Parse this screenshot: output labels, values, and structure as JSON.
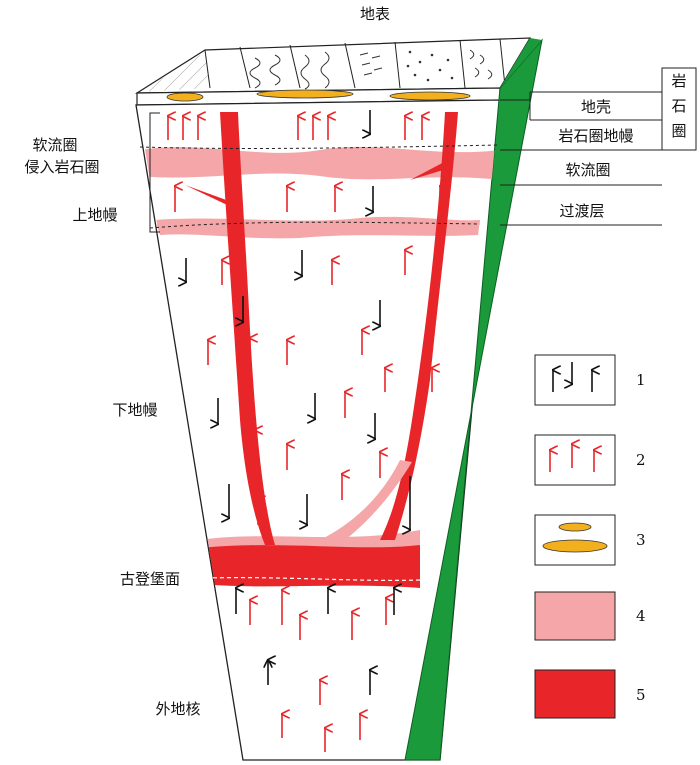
{
  "labels": {
    "surface": "地表",
    "crust": "地壳",
    "lithospheric_mantle": "岩石圈地幔",
    "asthenosphere": "软流圈",
    "transition_zone": "过渡层",
    "lithosphere": [
      "岩",
      "石",
      "圈"
    ],
    "asthenosphere_intrusion": [
      "软流圈",
      "侵入岩石圈"
    ],
    "upper_mantle": "上地幔",
    "lower_mantle": "下地幔",
    "gutenberg": "古登堡面",
    "outer_core": "外地核"
  },
  "legend": [
    {
      "id": "1",
      "label": "1",
      "icon": "mixed-up-down-black-arrows"
    },
    {
      "id": "2",
      "label": "2",
      "icon": "red-up-arrows"
    },
    {
      "id": "3",
      "label": "3",
      "icon": "yellow-lens-bodies"
    },
    {
      "id": "4",
      "label": "4",
      "icon": "pink-fill"
    },
    {
      "id": "5",
      "label": "5",
      "icon": "red-fill"
    }
  ],
  "colors": {
    "red": "#e8262a",
    "pink": "#f4a6a8",
    "green": "#1a9a3a",
    "yellow": "#f2b01e",
    "black": "#111111"
  }
}
